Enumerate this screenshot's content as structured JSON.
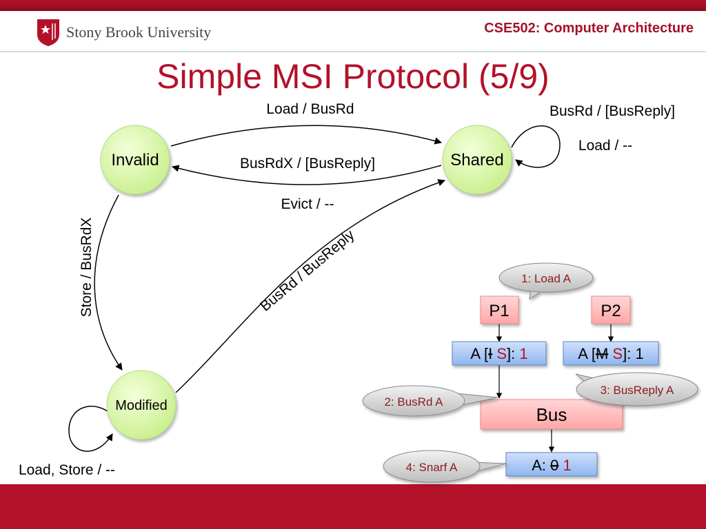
{
  "header": {
    "university": "Stony Brook University",
    "course": "CSE502: Computer Architecture",
    "title": "Simple MSI Protocol (5/9)"
  },
  "states": {
    "invalid": "Invalid",
    "shared": "Shared",
    "modified": "Modified"
  },
  "transitions": {
    "invalid_to_shared": "Load / BusRd",
    "shared_to_invalid_busrdx": "BusRdX / [BusReply]",
    "shared_to_invalid_evict": "Evict / --",
    "shared_self_busrd": "BusRd / [BusReply]",
    "shared_self_load": "Load / --",
    "invalid_to_modified": "Store / BusRdX",
    "modified_to_shared": "BusRd / BusReply",
    "modified_self": "Load, Store / --"
  },
  "system": {
    "p1": "P1",
    "p2": "P2",
    "bus": "Bus",
    "cache1": {
      "prefix": "A [",
      "old_state": "I",
      "new_state": "S",
      "mid": "]: ",
      "value": "1"
    },
    "cache2": {
      "prefix": "A [",
      "old_state": "M",
      "new_state": "S",
      "mid": "]: ",
      "value": "1"
    },
    "memory": {
      "prefix": "A: ",
      "old_value": "0",
      "new_value": "1"
    }
  },
  "callouts": {
    "step1": "1: Load A",
    "step2": "2: BusRd A",
    "step3": "3: BusReply A",
    "step4": "4: Snarf A"
  },
  "colors": {
    "accent": "#b3112a",
    "state_fill": "#d9f7a6",
    "proc_fill": "#ffc0c0",
    "cache_fill": "#a9c8f5"
  }
}
